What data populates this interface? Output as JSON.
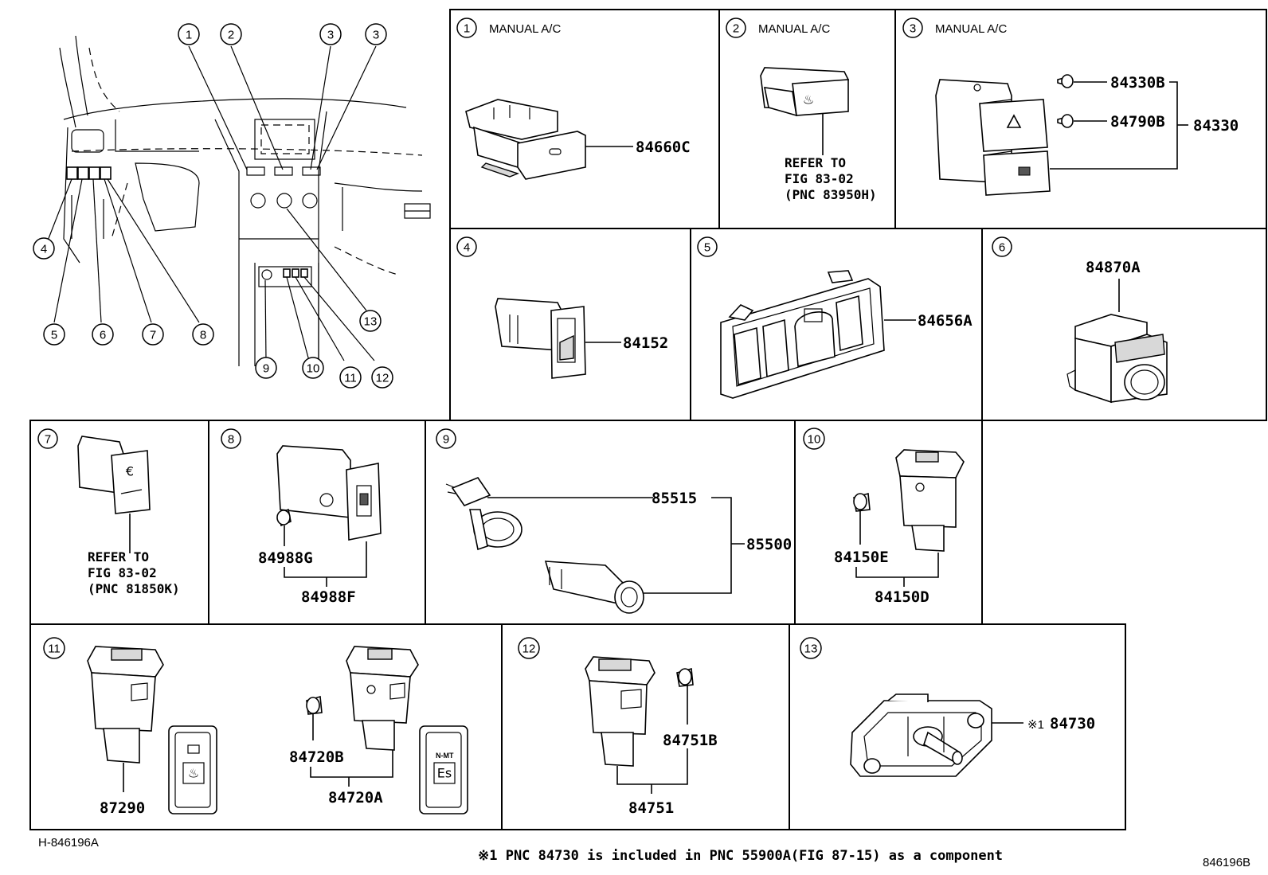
{
  "callouts": [
    "1",
    "2",
    "3",
    "4",
    "5",
    "6",
    "7",
    "8",
    "9",
    "10",
    "11",
    "12",
    "13"
  ],
  "panel_titles": {
    "p1": "MANUAL A/C",
    "p2": "MANUAL A/C",
    "p3": "MANUAL A/C"
  },
  "parts": {
    "p1_a": "84660C",
    "p3_a": "84330B",
    "p3_b": "84790B",
    "p3_c": "84330",
    "p4_a": "84152",
    "p5_a": "84656A",
    "p6_a": "84870A",
    "p8_a": "84988G",
    "p8_b": "84988F",
    "p9_a": "85515",
    "p9_b": "85500",
    "p10_a": "84150E",
    "p10_b": "84150D",
    "p11_a": "87290",
    "p11_b": "84720B",
    "p11_c": "84720A",
    "p12_a": "84751B",
    "p12_b": "84751",
    "p13_a": "84730",
    "p13_mark": "※1"
  },
  "refs": {
    "p2": [
      "REFER TO",
      "FIG 83-02",
      "(PNC 83950H)"
    ],
    "p7": [
      "REFER TO",
      "FIG 83-02",
      "(PNC 81850K)"
    ]
  },
  "switch_text": {
    "es_top": "N-MT",
    "es_main": "Es"
  },
  "footnote": "※1 PNC 84730 is included in PNC 55900A(FIG 87-15) as a component",
  "code_left": "H-846196A",
  "code_right": "846196B"
}
